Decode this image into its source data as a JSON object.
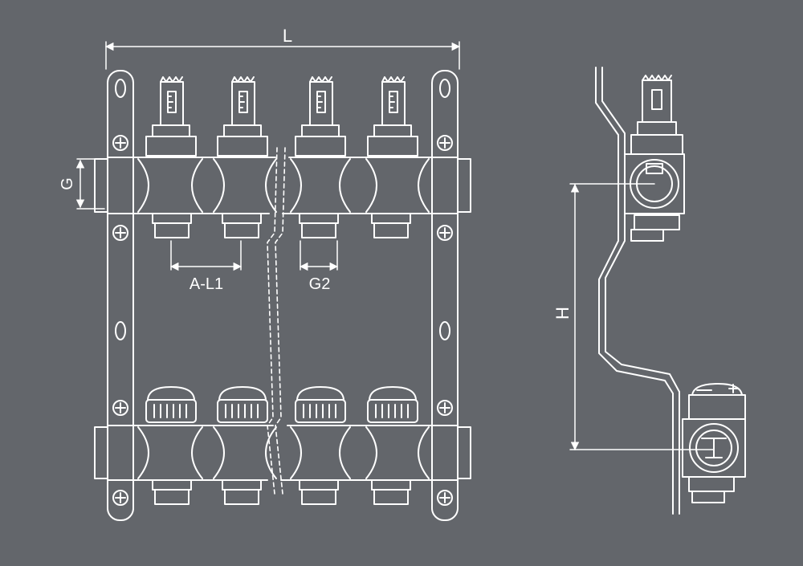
{
  "colors": {
    "background": "#63666b",
    "line": "#ffffff"
  },
  "dimensions": {
    "overall_length": "L",
    "inlet_thread": "G",
    "outlet_spacing": "A-L1",
    "outlet_thread": "G2",
    "bar_spacing": "H"
  },
  "front_view": {
    "outlets_per_bar": 4,
    "top_bar_fittings": "flowmeter",
    "bottom_bar_fittings": "valve-cap"
  }
}
